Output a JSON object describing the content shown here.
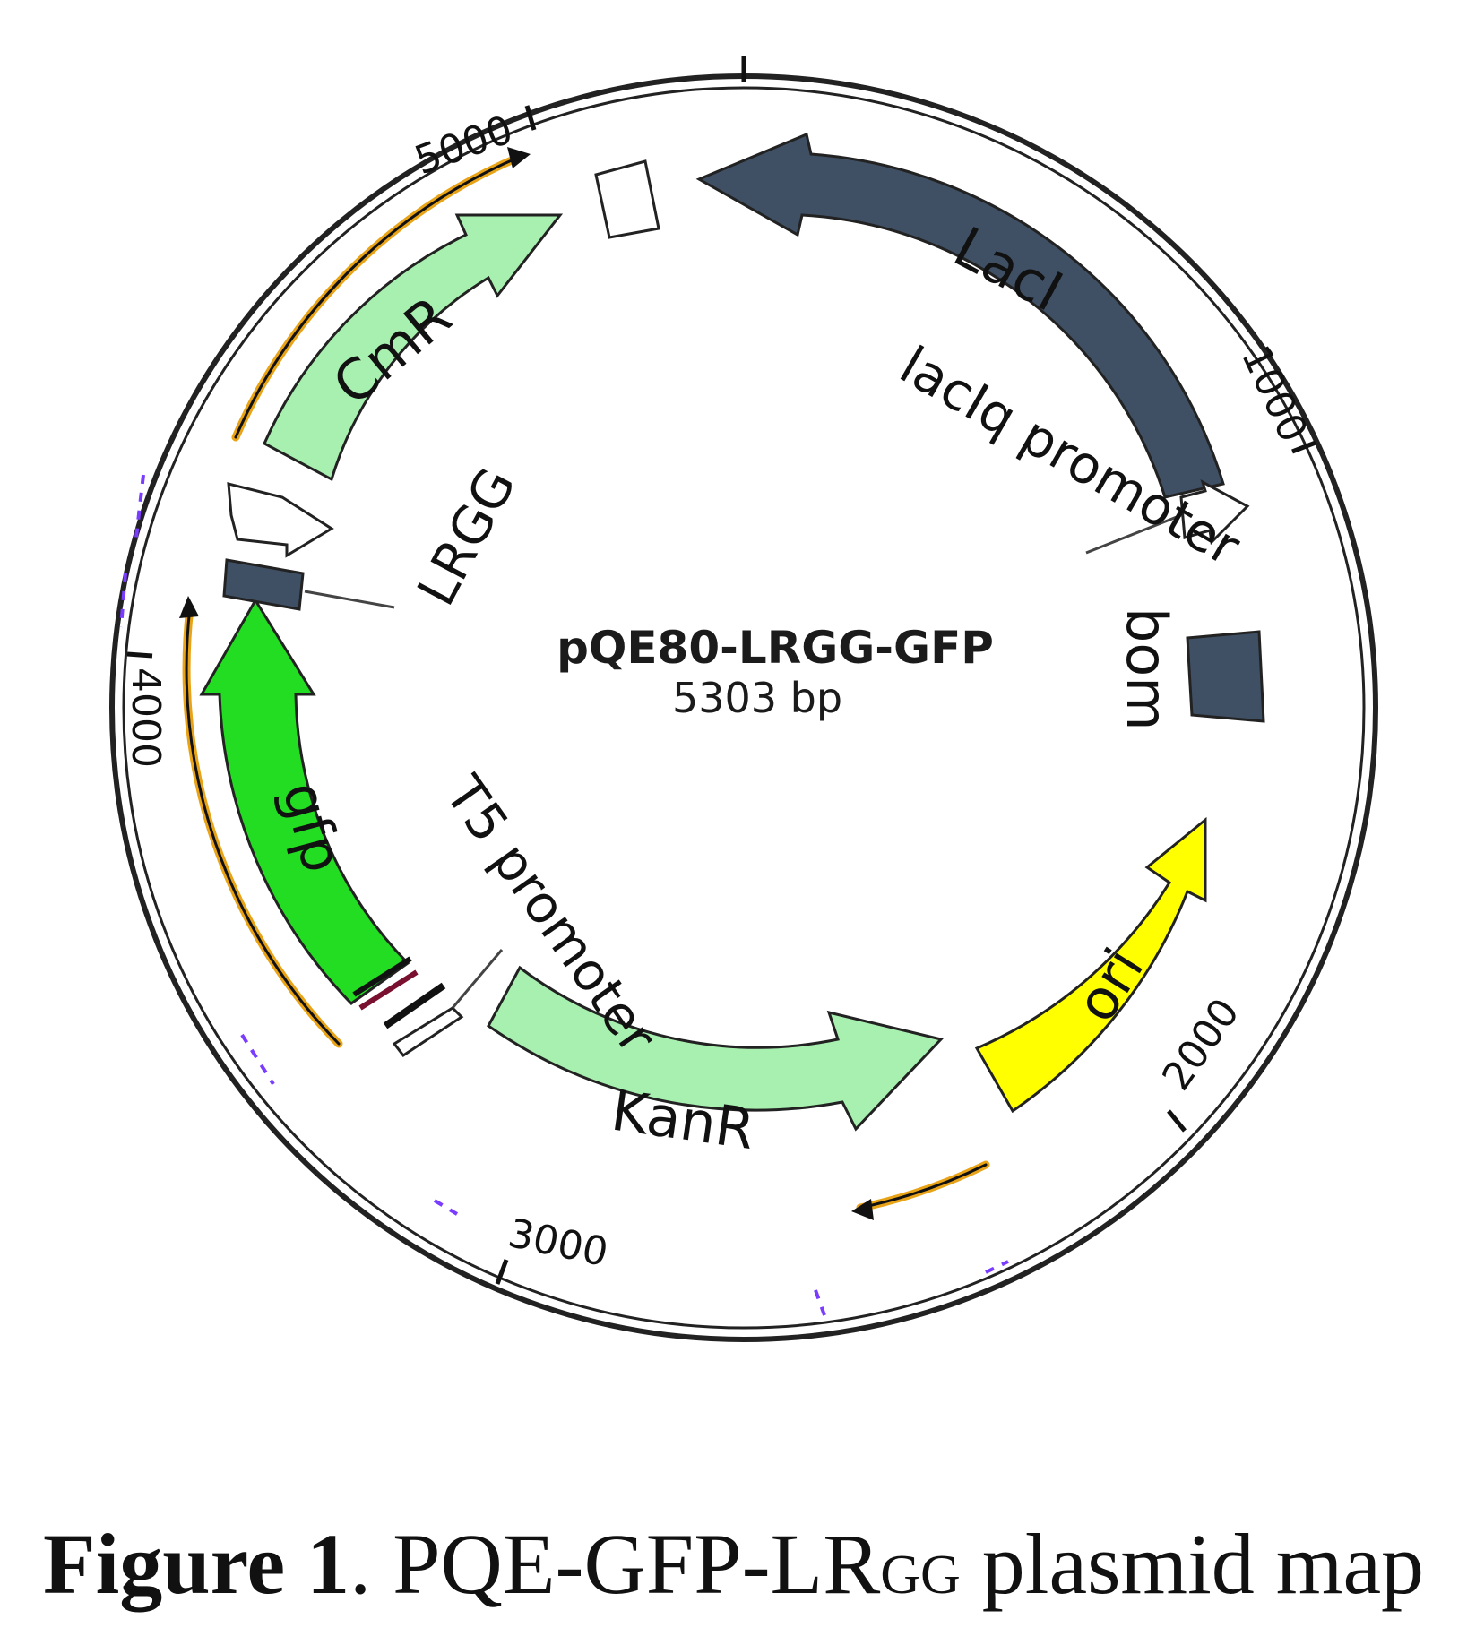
{
  "plasmid": {
    "name": "pQE80-LRGG-GFP",
    "size": "5303 bp"
  },
  "ticks": [
    "1000",
    "2000",
    "3000",
    "4000",
    "5000"
  ],
  "features": [
    {
      "id": "laci",
      "label": "LacI",
      "color": "#3f5064"
    },
    {
      "id": "cmr",
      "label": "CmR",
      "color": "#a8f0b0"
    },
    {
      "id": "gfp",
      "label": "gfp",
      "color": "#22dd22"
    },
    {
      "id": "kanr",
      "label": "KanR",
      "color": "#a8f0b0"
    },
    {
      "id": "ori",
      "label": "ori",
      "color": "#ffff00"
    },
    {
      "id": "bom",
      "label": "bom",
      "color": "#3f5064"
    }
  ],
  "labels": {
    "laciq_promoter": "lacIq promoter",
    "lrgg": "LRGG",
    "t5_promoter": "T5 promoter"
  },
  "colors": {
    "ring": "#222222",
    "primer_arrow": "#e8a317",
    "dashed_marks": "#7a3cff"
  },
  "caption": {
    "label": "Figure 1",
    "text_a": ". PQE-GFP-LR",
    "sub": "GG",
    "text_b": " plasmid map"
  }
}
